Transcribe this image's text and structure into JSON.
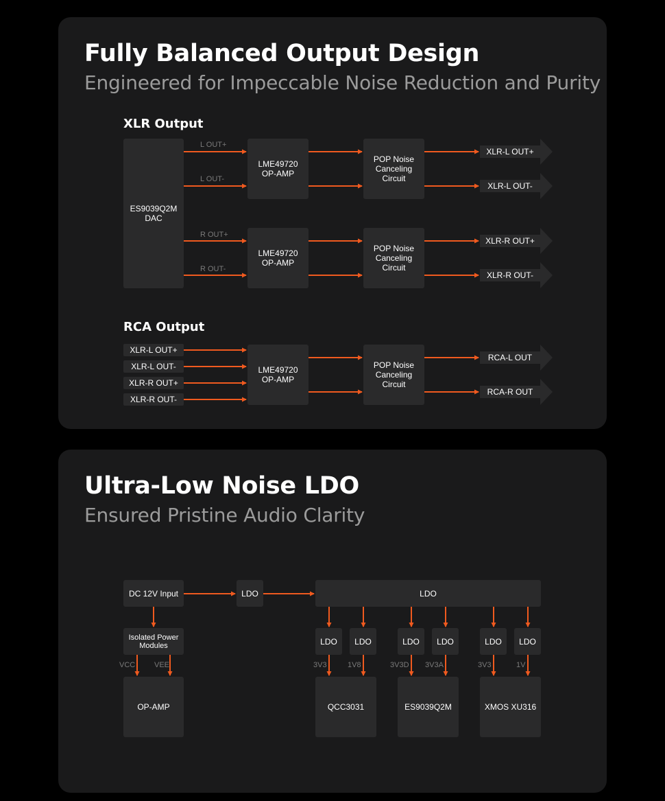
{
  "colors": {
    "background": "#000000",
    "card": "#1a1a1b",
    "block": "#2a2a2b",
    "wire": "#f05a1f",
    "muted_label": "#7a7a7a"
  },
  "section1": {
    "title": "Fully Balanced Output Design",
    "subtitle": "Engineered for Impeccable Noise Reduction and Purity",
    "xlr": {
      "heading": "XLR Output",
      "dac": [
        "ES9039Q2M",
        "DAC"
      ],
      "signals": [
        "L OUT+",
        "L OUT-",
        "R OUT+",
        "R OUT-"
      ],
      "opamp": [
        "LME49720",
        "OP-AMP"
      ],
      "pop": [
        "POP Noise",
        "Canceling",
        "Circuit"
      ],
      "outputs": [
        "XLR-L OUT+",
        "XLR-L OUT-",
        "XLR-R OUT+",
        "XLR-R OUT-"
      ]
    },
    "rca": {
      "heading": "RCA Output",
      "inputs": [
        "XLR-L OUT+",
        "XLR-L OUT-",
        "XLR-R OUT+",
        "XLR-R OUT-"
      ],
      "opamp": [
        "LME49720",
        "OP-AMP"
      ],
      "pop": [
        "POP Noise",
        "Canceling",
        "Circuit"
      ],
      "outputs": [
        "RCA-L OUT",
        "RCA-R OUT"
      ]
    }
  },
  "section2": {
    "title": "Ultra-Low Noise LDO",
    "subtitle": "Ensured Pristine Audio Clarity",
    "dc_input": "DC 12V Input",
    "ldo": "LDO",
    "main_ldo": "LDO",
    "isolated": [
      "Isolated Power",
      "Modules"
    ],
    "rails": {
      "vcc": "VCC",
      "vee": "VEE"
    },
    "opamp": "OP-AMP",
    "sub_ldos": [
      "LDO",
      "LDO",
      "LDO",
      "LDO",
      "LDO",
      "LDO"
    ],
    "voltages": [
      "3V3",
      "1V8",
      "3V3D",
      "3V3A",
      "3V3",
      "1V"
    ],
    "chips": [
      "QCC3031",
      "ES9039Q2M",
      "XMOS XU316"
    ]
  }
}
